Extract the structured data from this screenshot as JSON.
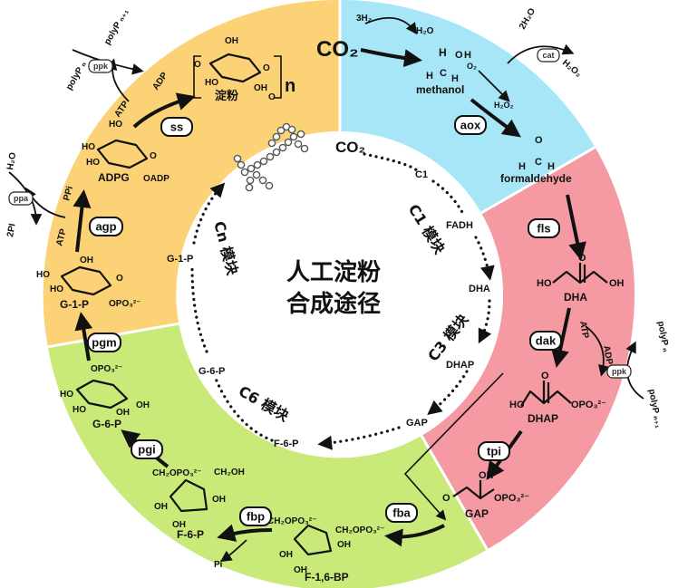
{
  "title": {
    "line1": "人工淀粉",
    "line2": "合成途径"
  },
  "modules": {
    "c1": "C1 模块",
    "c3": "C3 模块",
    "c6": "C6 模块",
    "cn": "Cn 模块"
  },
  "cycle": {
    "co2": "CO₂",
    "c1": "C1",
    "fadh": "FADH",
    "dha": "DHA",
    "dhap": "DHAP",
    "gap": "GAP",
    "f6p": "F-6-P",
    "g6p": "G-6-P",
    "g1p": "G-1-P"
  },
  "outer": {
    "co2": "CO₂",
    "h2_3": "3H₂",
    "h2o": "H₂O",
    "methanol": "methanol",
    "o2": "O₂",
    "h2o2": "H₂O₂",
    "h2o2_b": "H₂O₂",
    "two_h2o": "2H₂O",
    "formaldehyde": "formaldehyde",
    "dha": "DHA",
    "dhap": "DHAP",
    "gap": "GAP",
    "atp_right": "ATP",
    "adp_right": "ADP",
    "polyp_n": "polyP ₙ",
    "polyp_n1": "polyP ₙ₊₁",
    "f16bp": "F-1,6-BP",
    "f6p": "F-6-P",
    "pi": "Pi",
    "g6p": "G-6-P",
    "g1p": "G-1-P",
    "adpg": "ADPG",
    "atp_left1": "ATP",
    "ppi": "PPi",
    "h2o_left": "H₂O",
    "two_pi": "2PI",
    "atp_left2": "ATP",
    "adp_left": "ADP",
    "oadp": "OADP",
    "polyp_n_left": "polyP ₙ",
    "polyp_n1_left": "polyP ₙ₊₁",
    "starch": "淀粉",
    "n": "n",
    "opo3": "OPO₃²⁻",
    "ch2opo3": "CH₂OPO₃²⁻",
    "ch2oh": "CH₂OH",
    "oh": "OH",
    "ho": "HO",
    "h": "H",
    "c": "C",
    "o": "O"
  },
  "enzymes": {
    "aox": "aox",
    "fls": "fls",
    "dak": "dak",
    "tpi": "tpi",
    "fba": "fba",
    "fbp": "fbp",
    "pgi": "pgi",
    "pgm": "pgm",
    "agp": "agp",
    "ss": "ss",
    "cat": "cat",
    "ppk_right": "ppk",
    "ppa": "ppa",
    "ppk_left": "ppk"
  },
  "colors": {
    "c1_sector": "#a7e6f7",
    "c3_sector": "#f59aa3",
    "c6_sector": "#c9ea78",
    "cn_sector": "#fbd276",
    "co2_red": "#e8161d",
    "starch_red": "#e8161d"
  }
}
